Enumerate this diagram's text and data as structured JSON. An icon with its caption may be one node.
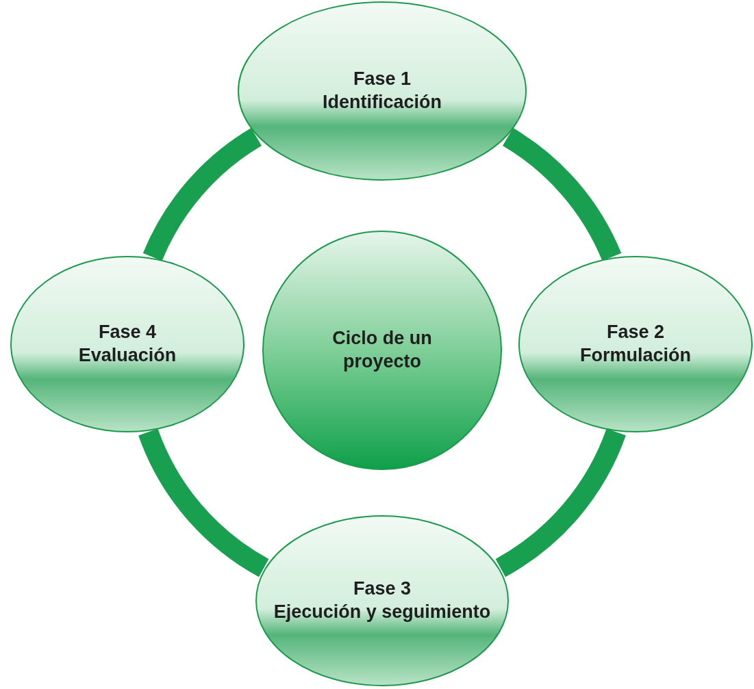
{
  "diagram": {
    "nodes": [
      {
        "text": [
          "Fase 1",
          "Identificación"
        ]
      },
      {
        "text": [
          "Fase 2",
          "Formulación"
        ]
      },
      {
        "text": [
          "Fase 3",
          "Ejecución y seguimiento"
        ]
      },
      {
        "text": [
          "Fase 4",
          "Evaluación"
        ]
      },
      {
        "text": [
          "Ciclo de un proyecto"
        ]
      }
    ],
    "edges": [
      {
        "from": 0,
        "to": 1,
        "arrow": "none"
      },
      {
        "from": 1,
        "to": 2,
        "arrow": "none"
      },
      {
        "from": 2,
        "to": 3,
        "arrow": "none"
      },
      {
        "from": 3,
        "to": 0,
        "arrow": "none"
      }
    ]
  }
}
